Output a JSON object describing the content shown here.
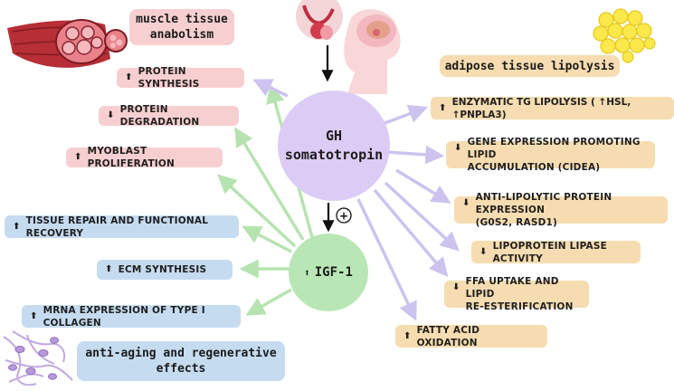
{
  "hub": {
    "gh_line1": "GH",
    "gh_line2": "somatotropin",
    "igf_arrow": "⬆",
    "igf_label": "IGF-1",
    "plus_sign": "+"
  },
  "muscle": {
    "title_line1": "muscle tissue",
    "title_line2": "anabolism",
    "items": [
      {
        "arrow": "⬆",
        "text": "PROTEIN SYNTHESIS"
      },
      {
        "arrow": "⬇",
        "text": "PROTEIN DEGRADATION"
      },
      {
        "arrow": "⬆",
        "text": "MYOBLAST PROLIFERATION"
      }
    ]
  },
  "regenerative": {
    "title_line1": "anti-aging and regenerative",
    "title_line2": "effects",
    "items": [
      {
        "arrow": "⬆",
        "text": "TISSUE REPAIR AND FUNCTIONAL RECOVERY"
      },
      {
        "arrow": "⬆",
        "text": "ECM SYNTHESIS"
      },
      {
        "arrow": "⬆",
        "text": "MRNA EXPRESSION OF TYPE I COLLAGEN"
      }
    ]
  },
  "adipose": {
    "title": "adipose tissue lipolysis",
    "items": [
      {
        "arrow": "⬆",
        "line1": "ENZYMATIC TG LIPOLYSIS ( ↑HSL, ↑PNPLA3)",
        "line2": ""
      },
      {
        "arrow": "⬇",
        "line1": "GENE EXPRESSION PROMOTING LIPID",
        "line2": "ACCUMULATION (CIDEA)"
      },
      {
        "arrow": "⬇",
        "line1": "ANTI-LIPOLYTIC PROTEIN EXPRESSION",
        "line2": "(G0S2, RASD1)"
      },
      {
        "arrow": "⬇",
        "line1": "LIPOPROTEIN LIPASE ACTIVITY",
        "line2": ""
      },
      {
        "arrow": "⬇",
        "line1": "FFA UPTAKE AND LIPID",
        "line2": "RE-ESTERIFICATION"
      },
      {
        "arrow": "⬆",
        "line1": "FATTY ACID OXIDATION",
        "line2": ""
      }
    ]
  },
  "colors": {
    "gh_circle": "#dcccf5",
    "igf_circle": "#b9e6b5",
    "muscle_box": "#f7cfd0",
    "regen_box": "#c5dbf0",
    "adipose_box": "#f6dcb0",
    "green_arrow": "#b7e3b1",
    "purple_arrow": "#ccc3ef"
  }
}
